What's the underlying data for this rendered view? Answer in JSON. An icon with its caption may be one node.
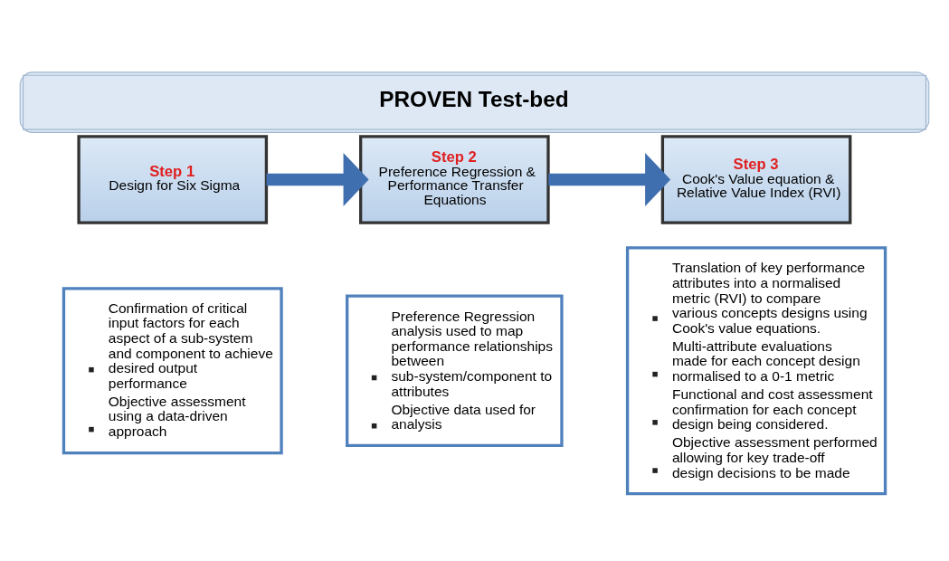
{
  "diagram": {
    "title": "PROVEN Test-bed",
    "nodes": [
      {
        "text": [
          "Step 1",
          "Design for Six Sigma"
        ]
      },
      {
        "text": [
          "Step 2",
          "Preference Regression & Performance Transfer Equations"
        ]
      },
      {
        "text": [
          "Step 3",
          "Cook's Value equation & Relative Value Index (RVI)"
        ]
      },
      {
        "text": [
          "Confirmation of critical input factors for each aspect of a sub-system and component to achieve desired output performance",
          "Objective assessment using a data-driven approach"
        ]
      },
      {
        "text": [
          "Preference Regression analysis used to map performance relationships between sub-system/component to attributes",
          "Objective data used for analysis"
        ]
      },
      {
        "text": [
          "Translation of key performance attributes into a normalised metric (RVI) to compare various concepts designs using Cook's value equations.",
          "Multi-attribute evaluations made for each concept design normalised to a 0-1 metric",
          "Functional and cost assessment confirmation for each concept design being considered.",
          "Objective assessment performed allowing for key trade-off design decisions to be made"
        ]
      }
    ],
    "edges": [
      {
        "from": 0,
        "to": 1,
        "arrow": "to"
      },
      {
        "from": 1,
        "to": 2,
        "arrow": "to"
      }
    ]
  }
}
